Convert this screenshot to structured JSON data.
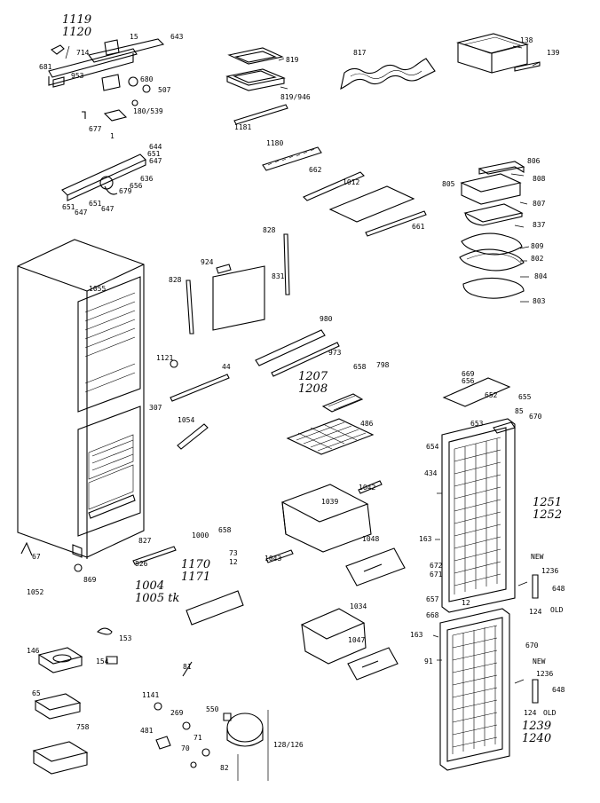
{
  "labels": {
    "l1119": "1119",
    "l1120": "1120",
    "l714": "714",
    "l15": "15",
    "l643": "643",
    "l681": "681",
    "l953": "953",
    "l680": "680",
    "l507": "507",
    "l180_539": "180/539",
    "l677": "677",
    "l1": "1",
    "l819": "819",
    "l819_946": "819/946",
    "l817": "817",
    "l138": "138",
    "l139": "139",
    "l1181": "1181",
    "l1180": "1180",
    "l662": "662",
    "l1012": "1012",
    "l661": "661",
    "l806": "806",
    "l808": "808",
    "l805": "805",
    "l807": "807",
    "l837": "837",
    "l809": "809",
    "l802": "802",
    "l804": "804",
    "l803": "803",
    "l644": "644",
    "l651a": "651",
    "l647a": "647",
    "l636": "636",
    "l656a": "656",
    "l679": "679",
    "l651b": "651",
    "l647b": "647",
    "l651c": "651",
    "l647c": "647",
    "l828a": "828",
    "l924": "924",
    "l828b": "828",
    "l831": "831",
    "l1055": "1055",
    "l980": "980",
    "l973": "973",
    "l658a": "658",
    "l798": "798",
    "l1121": "1121",
    "l44": "44",
    "l1207": "1207",
    "l1208": "1208",
    "l307": "307",
    "l1054": "1054",
    "l486": "486",
    "l669": "669",
    "l656b": "656",
    "l652": "652",
    "l655": "655",
    "l85": "85",
    "l670a": "670",
    "l653": "653",
    "l654": "654",
    "l434": "434",
    "l1251": "1251",
    "l1252": "1252",
    "l163a": "163",
    "l1042": "1042",
    "l1039": "1039",
    "l1048": "1048",
    "l1043": "1043",
    "l1000": "1000",
    "l658b": "658",
    "l73": "73",
    "l12a": "12",
    "l827": "827",
    "l826": "826",
    "l1170": "1170",
    "l1171": "1171",
    "l67": "67",
    "l869": "869",
    "l672": "672",
    "l671": "671",
    "l123a": "1236",
    "l646a": "648",
    "l124a": "124",
    "l1004": "1004",
    "l1005": "1005 tk",
    "l1052": "1052",
    "l153": "153",
    "l154": "154",
    "l146": "146",
    "l1034": "1034",
    "l1047": "1047",
    "l657": "657",
    "l12b": "12",
    "l668": "668",
    "l163b": "163",
    "l670b": "670",
    "l91": "91",
    "lnew1": "NEW",
    "lold1": "OLD",
    "lnew2": "NEW",
    "lold2": "OLD",
    "l123b": "1236",
    "l646b": "648",
    "l124b": "124",
    "l1239": "1239",
    "l1240": "1240",
    "l65": "65",
    "l758": "758",
    "l81": "81",
    "l1141": "1141",
    "l269": "269",
    "l550": "550",
    "l481": "481",
    "l71": "71",
    "l70": "70",
    "l82": "82",
    "l128": "128/126"
  }
}
